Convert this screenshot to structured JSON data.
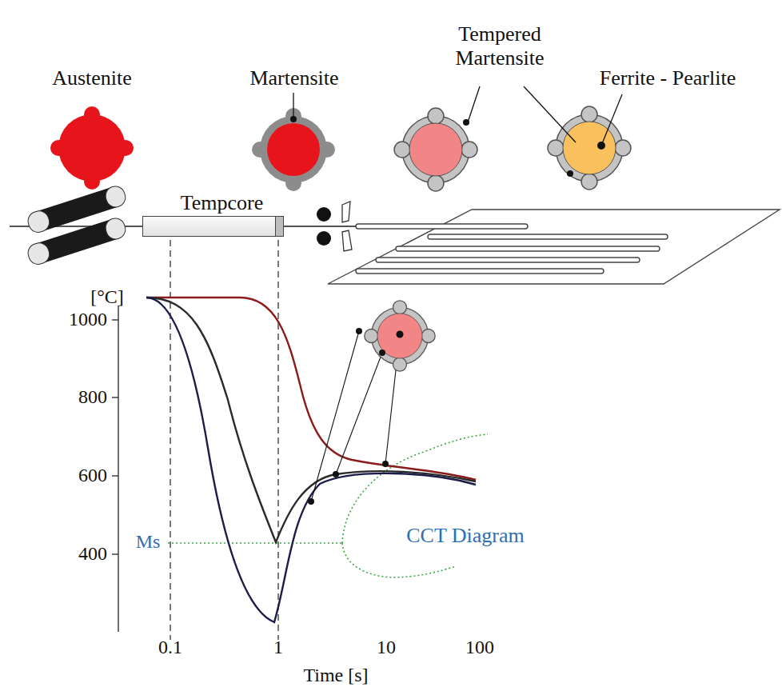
{
  "diagram": {
    "nodes": [
      {
        "text": [
          "Tempcore"
        ]
      }
    ],
    "labels": [
      "Austenite",
      "Martensite",
      "Tempered Martensite",
      "Ferrite - Pearlite",
      "[°C]",
      "1000",
      "800",
      "600",
      "400",
      "0.1",
      "1",
      "10",
      "100",
      "Time [s]",
      "Ms",
      "CCT Diagram"
    ]
  }
}
